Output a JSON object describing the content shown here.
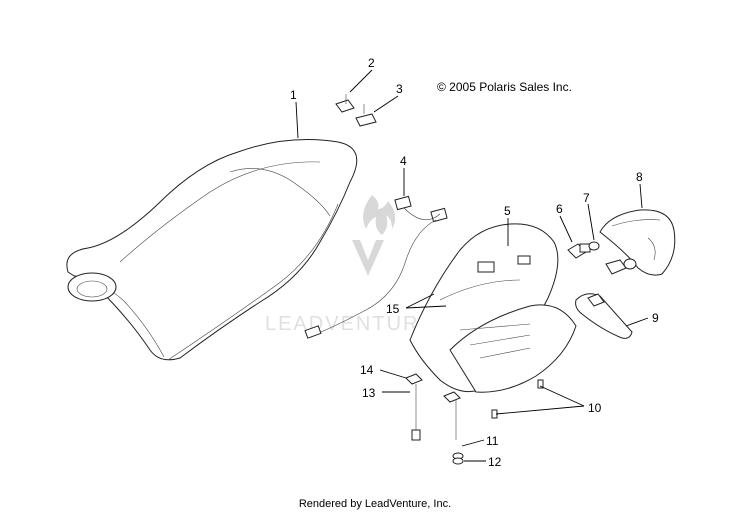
{
  "copyright": "© 2005 Polaris Sales Inc.",
  "footer": "Rendered by LeadVenture, Inc.",
  "watermark": "LEADVENTURE",
  "callouts": {
    "c1": "1",
    "c2": "2",
    "c3": "3",
    "c4": "4",
    "c5": "5",
    "c6": "6",
    "c7": "7",
    "c8": "8",
    "c9": "9",
    "c10": "10",
    "c11": "11",
    "c12": "12",
    "c13": "13",
    "c14": "14",
    "c15": "15"
  }
}
